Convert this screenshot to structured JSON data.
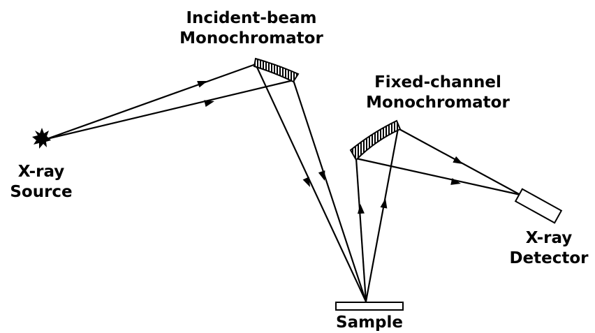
{
  "labels": {
    "source": [
      "X-ray",
      "Source"
    ],
    "incident_mono": [
      "Incident-beam",
      "Monochromator"
    ],
    "fixed_mono": [
      "Fixed-channel",
      "Monochromator"
    ],
    "detector": [
      "X-ray",
      "Detector"
    ],
    "sample": "Sample"
  },
  "colors": {
    "ink": "#000000",
    "background": "#ffffff"
  }
}
